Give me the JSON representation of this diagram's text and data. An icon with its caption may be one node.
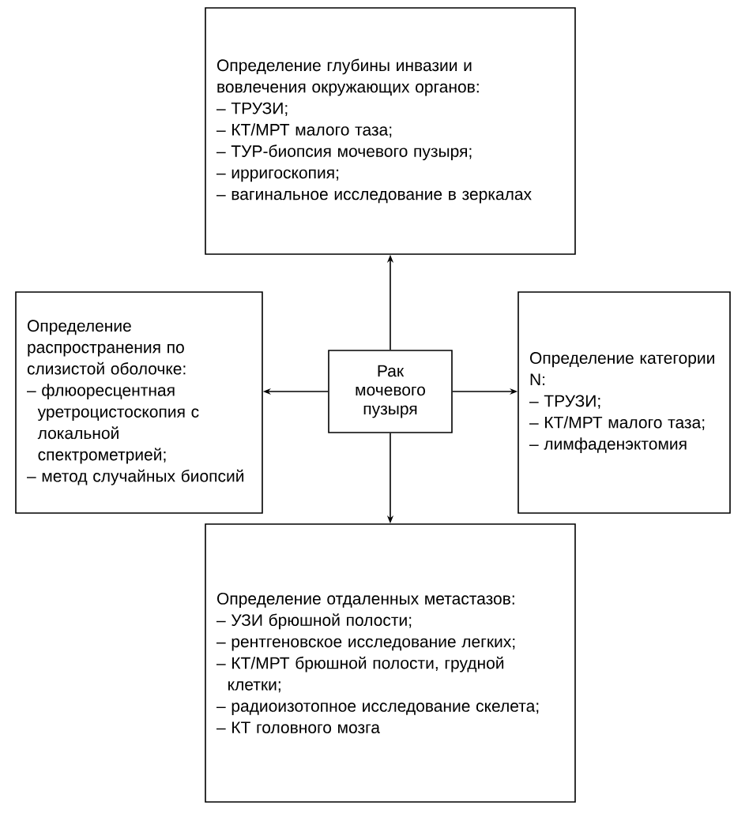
{
  "diagram": {
    "nodes": [
      {
        "text": [
          "Определение глубины инвазии и вовлечения окружающих органов:",
          "– ТРУЗИ;",
          "– КТ/МРТ малого таза;",
          "– ТУР-биопсия мочевого пузыря;",
          "– ирригоскопия;",
          "– вагинальное исследование в зеркалах"
        ]
      },
      {
        "text": [
          "Определение распространения по слизистой оболочке:",
          "– флюоресцентная уретроцистоскопия с локальной спектрометрией;",
          "– метод случайных биопсий"
        ]
      },
      {
        "text": [
          "Рак мочевого пузыря"
        ]
      },
      {
        "text": [
          "Определение категории N:",
          "– ТРУЗИ;",
          "– КТ/МРТ малого таза;",
          "– лимфаденэктомия"
        ]
      },
      {
        "text": [
          "Определение отдаленных метастазов:",
          "– УЗИ брюшной полости;",
          "– рентгеновское исследование легких;",
          "– КТ/МРТ брюшной полости, грудной клетки;",
          "– радиоизотопное исследование скелета;",
          "– КТ головного мозга"
        ]
      }
    ],
    "edges": [
      {
        "from": 2,
        "to": 0,
        "arrow": "to"
      },
      {
        "from": 2,
        "to": 1,
        "arrow": "to"
      },
      {
        "from": 2,
        "to": 3,
        "arrow": "to"
      },
      {
        "from": 2,
        "to": 4,
        "arrow": "to"
      }
    ]
  }
}
